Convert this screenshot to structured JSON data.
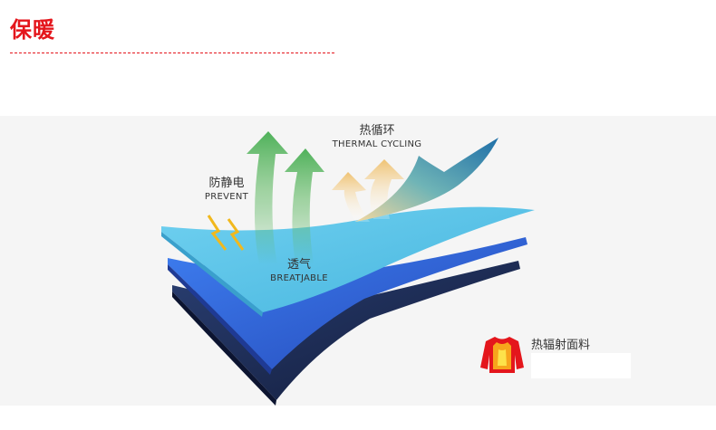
{
  "section": {
    "title": "保暖"
  },
  "labels": {
    "antistatic_cn": "防静电",
    "antistatic_en": "PREVENT",
    "thermal_cn": "热循环",
    "thermal_en": "THERMAL CYCLING",
    "breathable_cn": "透气",
    "breathable_en": "BREATJABLE"
  },
  "legend": {
    "text": "热辐射面料",
    "icon": "heated-jacket-icon"
  },
  "colors": {
    "accent": "#e4161c",
    "layer_top": "#5bc4e6",
    "layer_mid": "#2f63d6",
    "layer_bottom": "#1a2a52",
    "arrow_green": "#4fb15a",
    "arrow_yellow": "#f0c878",
    "swoosh_teal": "#1f8fa8"
  }
}
